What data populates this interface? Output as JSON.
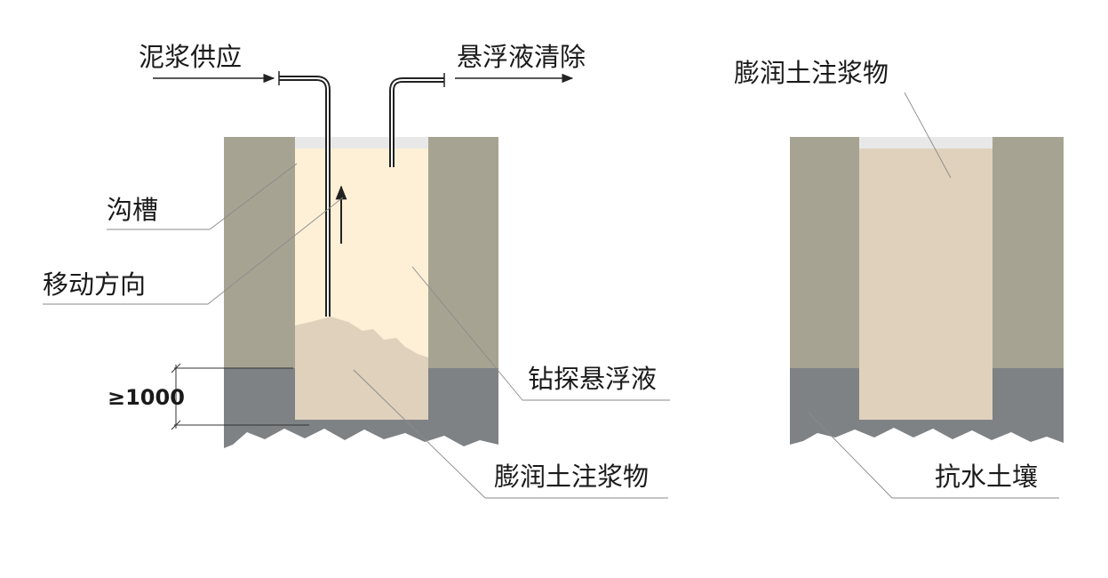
{
  "colors": {
    "trench_wall": "#a7a392",
    "impermeable_soil": "#7f8284",
    "slurry_fill": "#fdf0d6",
    "bentonite": "#dfd1bc",
    "top_band": "#e8e8e8",
    "pipe": "#222222"
  },
  "left_section": {
    "slurry_supply": "泥浆供应",
    "suspension_removal": "悬浮液清除",
    "trench": "沟槽",
    "movement_direction": "移动方向",
    "drilling_slurry": "钻探悬浮液",
    "bentonite_grout": "膨润土注浆物",
    "depth_dimension": "≥1000"
  },
  "right_section": {
    "bentonite_grout": "膨润土注浆物",
    "impermeable_soil": "抗水土壤"
  }
}
